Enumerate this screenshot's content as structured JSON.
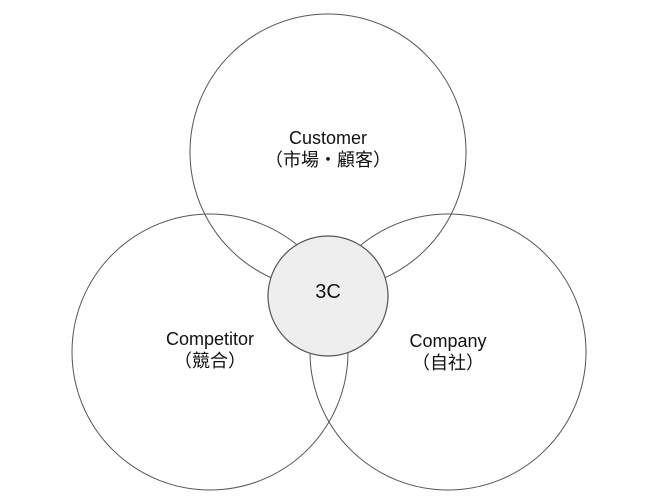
{
  "diagram": {
    "title": "3C",
    "center": {
      "label": "3C"
    },
    "nodes": [
      {
        "id": "customer",
        "label": "Customer",
        "sublabel": "（市場・顧客）"
      },
      {
        "id": "competitor",
        "label": "Competitor",
        "sublabel": "（競合）"
      },
      {
        "id": "company",
        "label": "Company",
        "sublabel": "（自社）"
      }
    ],
    "colors": {
      "circle_stroke": "#555555",
      "circle_fill": "#ffffff",
      "center_fill": "#eeeeee",
      "text": "#111111"
    }
  }
}
